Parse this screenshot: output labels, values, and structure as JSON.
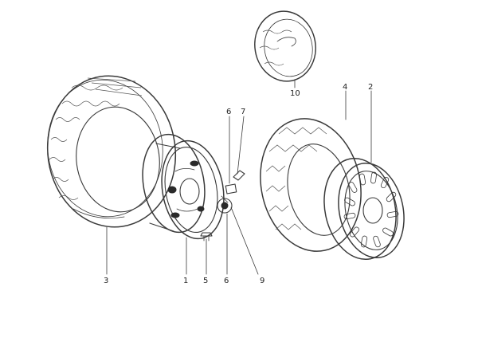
{
  "diagram": {
    "callouts": [
      {
        "id": "1",
        "label": "1"
      },
      {
        "id": "2",
        "label": "2"
      },
      {
        "id": "3",
        "label": "3"
      },
      {
        "id": "4",
        "label": "4"
      },
      {
        "id": "5",
        "label": "5"
      },
      {
        "id": "6a",
        "label": "6"
      },
      {
        "id": "6b",
        "label": "6"
      },
      {
        "id": "7",
        "label": "7"
      },
      {
        "id": "9",
        "label": "9"
      },
      {
        "id": "10",
        "label": "10"
      }
    ]
  }
}
